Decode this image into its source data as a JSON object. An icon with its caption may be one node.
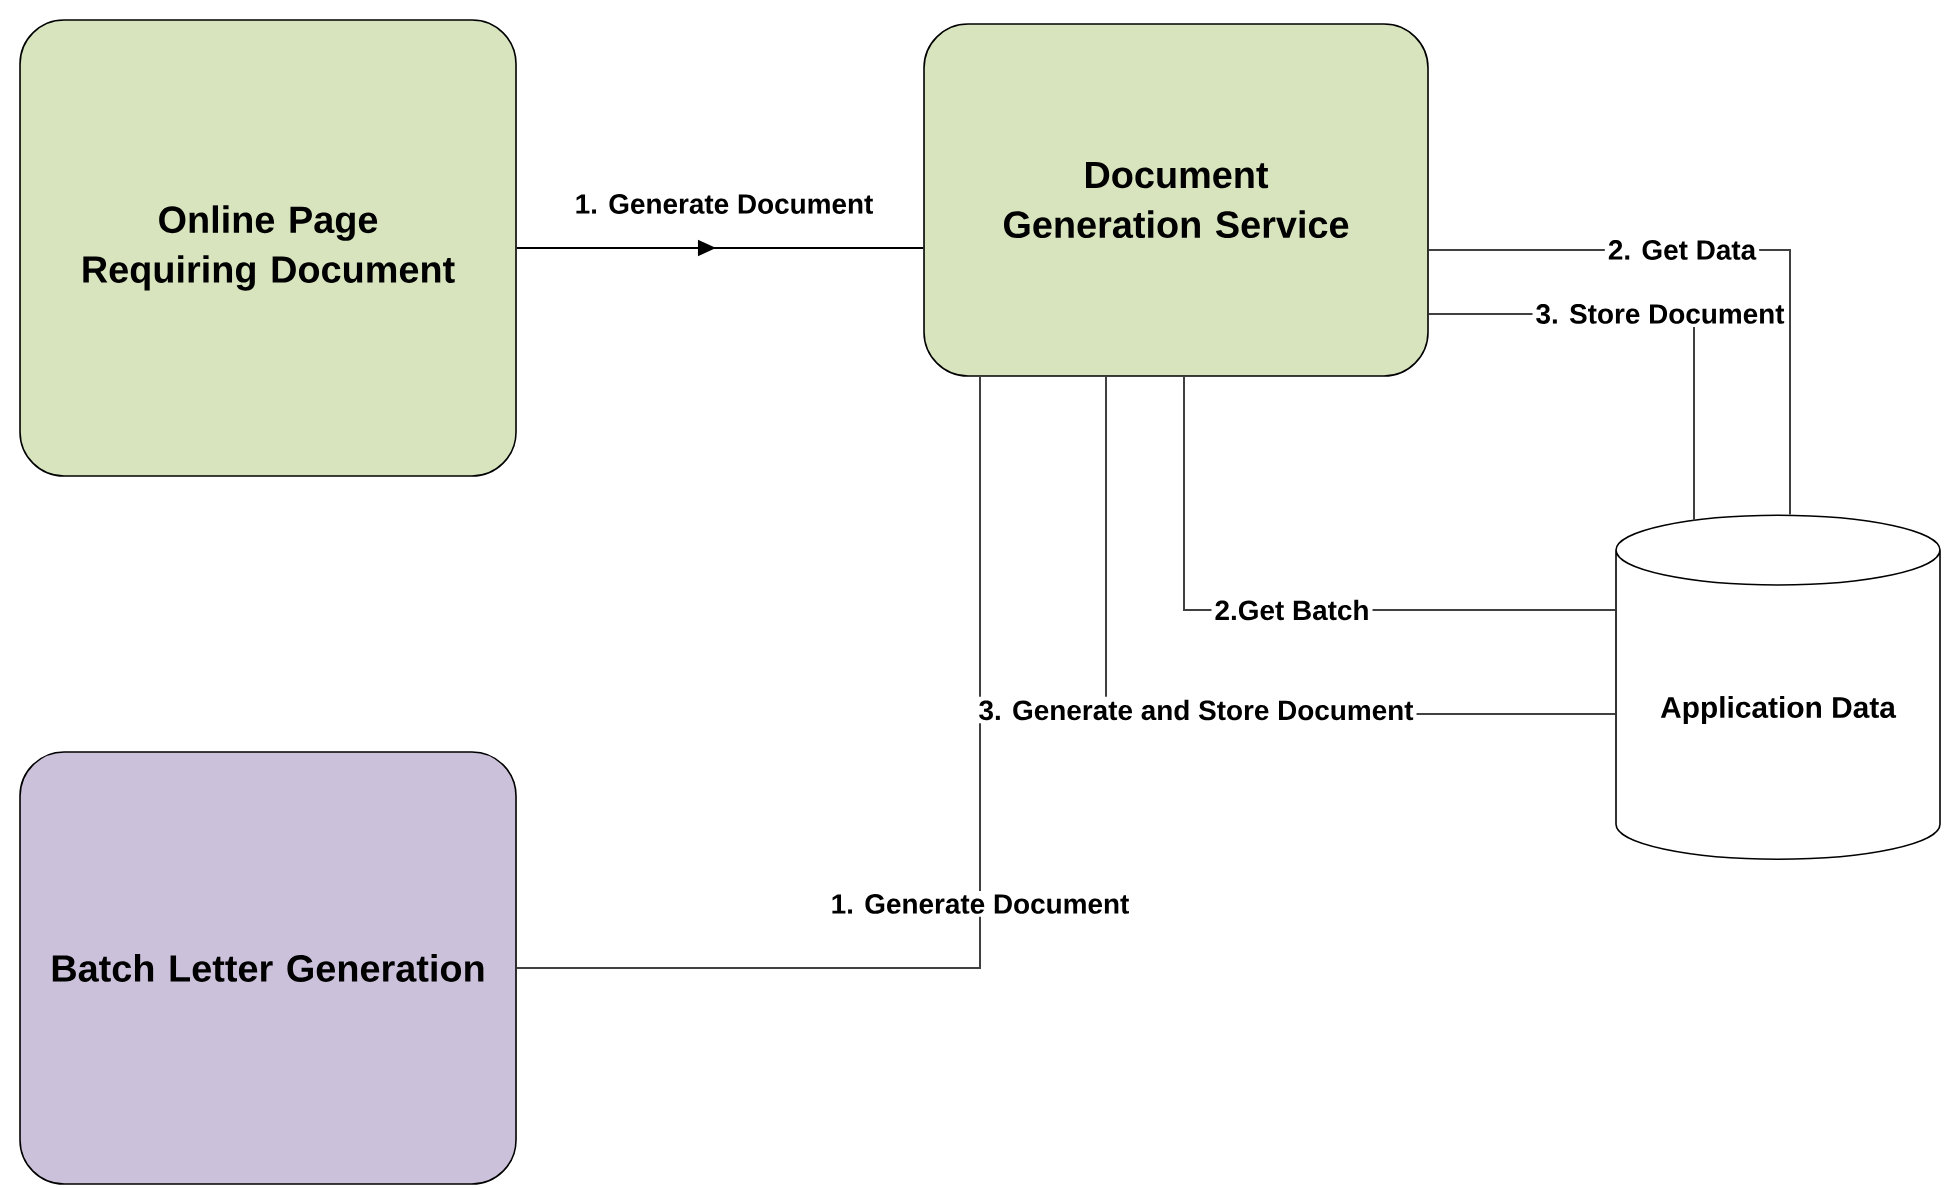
{
  "diagram": {
    "nodes": [
      {
        "text": [
          "Online Page Requiring Document"
        ]
      },
      {
        "text": [
          "Document Generation Service"
        ]
      },
      {
        "text": [
          "Batch Letter Generation"
        ]
      },
      {
        "text": [
          "Application Data"
        ]
      }
    ],
    "edges": [
      {
        "from": 0,
        "to": 1,
        "arrow": "to",
        "label": "1. Generate Document"
      },
      {
        "from": 2,
        "to": 1,
        "arrow": "none",
        "label": "1. Generate Document"
      },
      {
        "from": 1,
        "to": 3,
        "arrow": "none",
        "label": "2. Get Data"
      },
      {
        "from": 1,
        "to": 3,
        "arrow": "none",
        "label": "3. Store Document"
      },
      {
        "from": 1,
        "to": 3,
        "arrow": "none",
        "label": "2.Get Batch"
      },
      {
        "from": 1,
        "to": 3,
        "arrow": "none",
        "label": "3. Generate and Store Document"
      }
    ]
  }
}
